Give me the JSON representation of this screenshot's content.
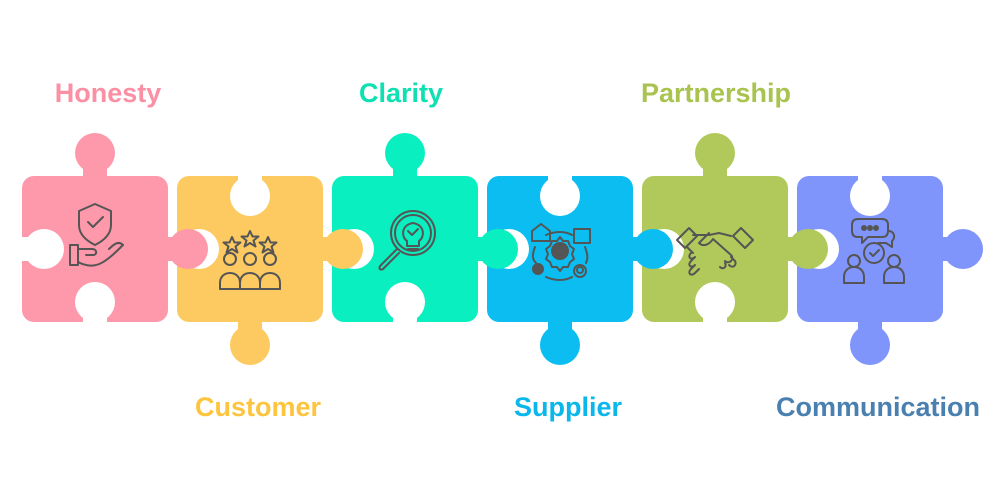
{
  "pieces": [
    {
      "label": "Honesty",
      "color": "#fd99aa",
      "label_color": "#fb8fa3",
      "icon": "shield-hand-icon",
      "label_pos": "top"
    },
    {
      "label": "Customer",
      "color": "#fdca62",
      "label_color": "#fdc43e",
      "icon": "customer-rating-icon",
      "label_pos": "bottom"
    },
    {
      "label": "Clarity",
      "color": "#0aefc0",
      "label_color": "#0fe0b2",
      "icon": "magnifier-bulb-icon",
      "label_pos": "top"
    },
    {
      "label": "Supplier",
      "color": "#0bbdf0",
      "label_color": "#0ab7ea",
      "icon": "supply-chain-icon",
      "label_pos": "bottom"
    },
    {
      "label": "Partnership",
      "color": "#b1c95a",
      "label_color": "#a9c350",
      "icon": "handshake-icon",
      "label_pos": "top"
    },
    {
      "label": "Communication",
      "color": "#7f95fc",
      "label_color": "#4a80b0",
      "icon": "communication-icon",
      "label_pos": "bottom"
    }
  ]
}
